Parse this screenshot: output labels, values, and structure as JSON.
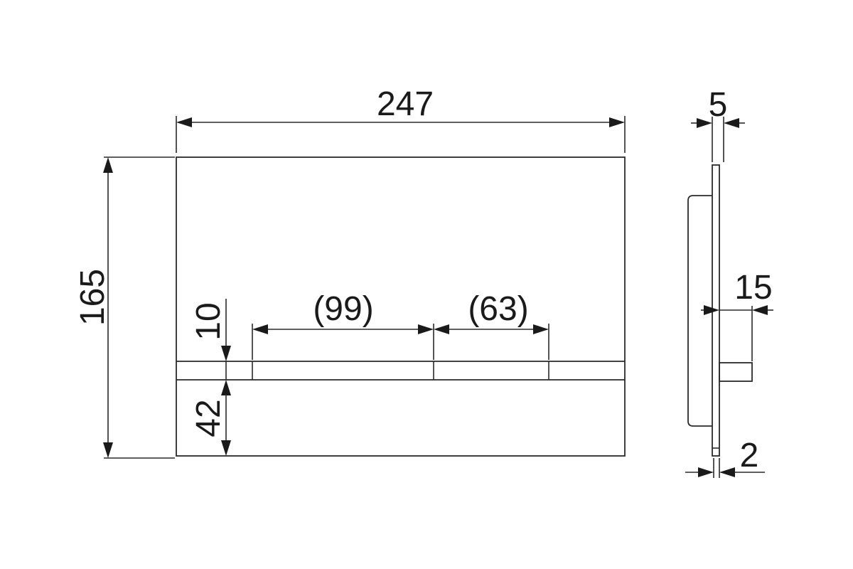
{
  "front_view": {
    "width_label": "247",
    "height_label": "165",
    "strip_gap_label": "10",
    "bottom_offset_label": "42",
    "button_left_label": "(99)",
    "button_right_label": "(63)"
  },
  "side_view": {
    "total_depth_label": "5",
    "actuator_label": "15",
    "plate_thickness_label": "2"
  }
}
